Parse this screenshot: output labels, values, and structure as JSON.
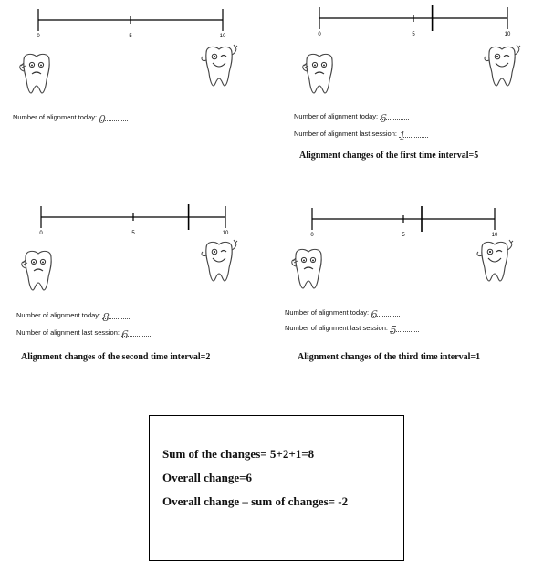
{
  "scales": [
    {
      "tick_labels": [
        "0",
        "5",
        "10"
      ],
      "marker": null
    },
    {
      "tick_labels": [
        "0",
        "5",
        "10"
      ],
      "marker": 6
    },
    {
      "tick_labels": [
        "0",
        "5",
        "10"
      ],
      "marker": 8
    },
    {
      "tick_labels": [
        "0",
        "5",
        "10"
      ],
      "marker": 6
    }
  ],
  "panel1": {
    "today_label": "Number of alignment today:",
    "today_value": "0"
  },
  "panel2": {
    "today_label": "Number of alignment today:",
    "today_value": "6",
    "last_label": "Number of alignment last session:",
    "last_value": "1",
    "caption": "Alignment changes of the first time interval=5"
  },
  "panel3": {
    "today_label": "Number of alignment today:",
    "today_value": "8",
    "last_label": "Number of alignment last session:",
    "last_value": "6",
    "caption": "Alignment changes of the second time interval=2"
  },
  "panel4": {
    "today_label": "Number of alignment today:",
    "today_value": "6",
    "last_label": "Number of alignment last session:",
    "last_value": "5",
    "caption": "Alignment changes of the third time interval=1"
  },
  "summary": {
    "line1": "Sum of the changes= 5+2+1=8",
    "line2": "Overall change=6",
    "line3": "Overall change – sum of changes= -2"
  },
  "icons": {
    "sad_tooth": "sad-tooth-icon",
    "happy_tooth": "happy-tooth-icon"
  }
}
